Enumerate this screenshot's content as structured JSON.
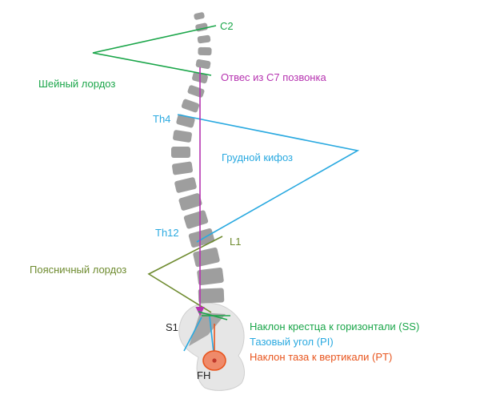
{
  "labels": {
    "c2": "C2",
    "plumb_line": "Отвес из С7 позвонка",
    "cervical_lordosis": "Шейный лордоз",
    "th4": "Th4",
    "thoracic_kyphosis": "Грудной кифоз",
    "th12": "Th12",
    "l1": "L1",
    "lumbar_lordosis": "Поясничный лордоз",
    "s1": "S1",
    "fh": "FH",
    "sacral_slope": "Наклон крестца к горизонтали (SS)",
    "pelvic_incidence": "Тазовый угол (PI)",
    "pelvic_tilt": "Наклон таза к вертикали (PT)"
  },
  "colors": {
    "cervical": "#1ba64a",
    "plumb": "#b633b0",
    "thoracic": "#29a9e0",
    "lumbar": "#6e8b2f",
    "sacral_slope": "#1ba64a",
    "pelvic_incidence": "#29a9e0",
    "pelvic_tilt": "#e8551e",
    "bone": "#9e9e9e",
    "pelvis": "#e6e6e6"
  }
}
